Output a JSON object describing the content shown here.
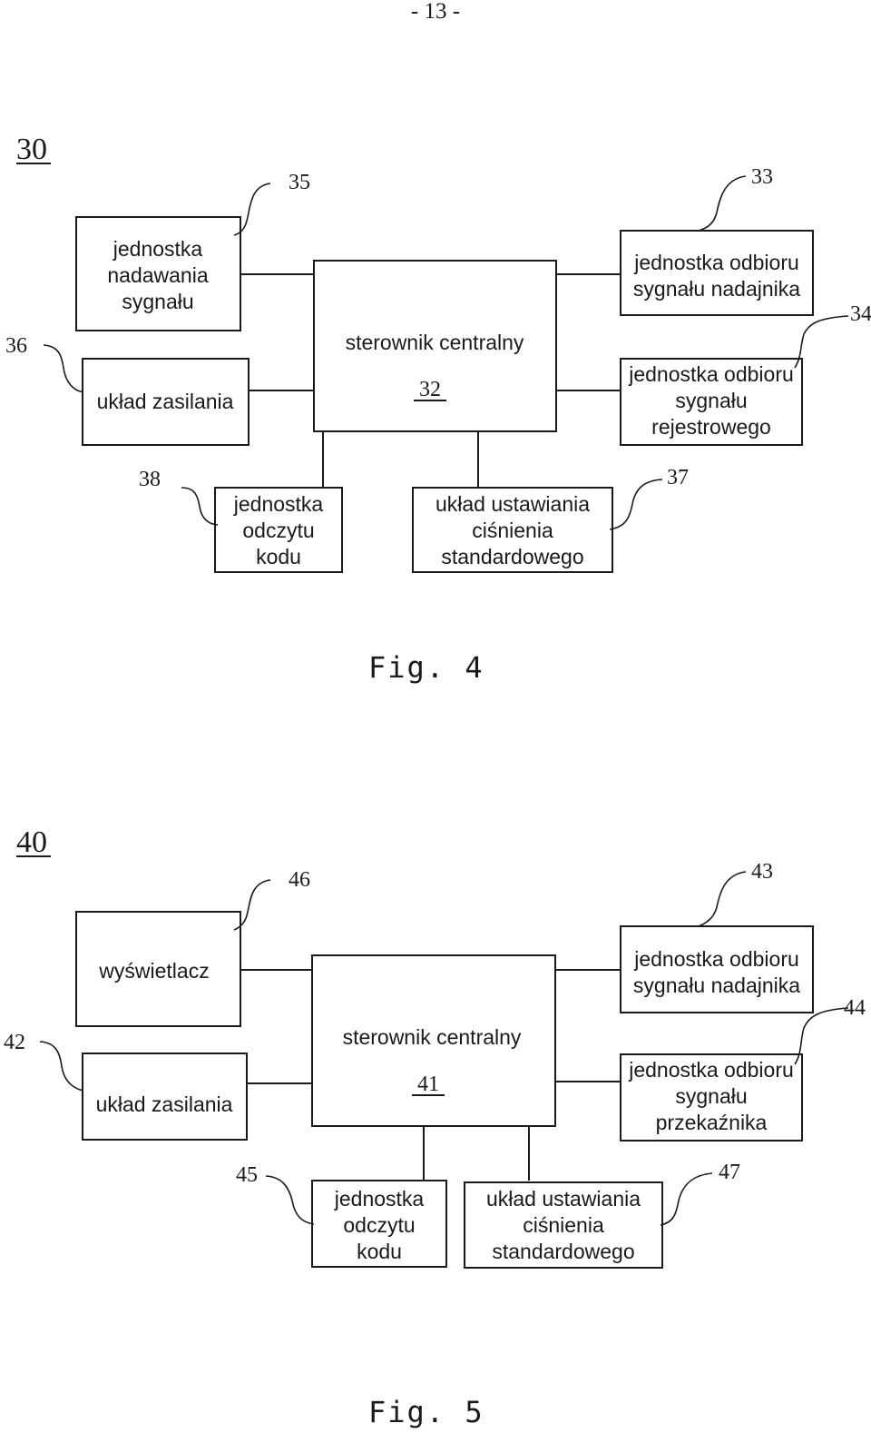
{
  "page_number": "- 13 -",
  "fig4": {
    "number": "30",
    "caption": "Fig.  4",
    "box_35": {
      "lines": [
        "jednostka",
        "nadawania",
        "sygnału"
      ]
    },
    "box_36": {
      "lines": [
        "układ zasilania"
      ]
    },
    "box_32": {
      "lines": [
        "sterownik centralny"
      ],
      "ref": "32"
    },
    "box_33": {
      "lines": [
        "jednostka odbioru",
        "sygnału nadajnika"
      ]
    },
    "box_34": {
      "lines": [
        "jednostka odbioru",
        "sygnału",
        "rejestrowego"
      ]
    },
    "box_38": {
      "lines": [
        "jednostka",
        "odczytu",
        "kodu"
      ]
    },
    "box_37": {
      "lines": [
        "układ ustawiania",
        "ciśnienia",
        "standardowego"
      ]
    },
    "refs": {
      "r35": "35",
      "r33": "33",
      "r36": "36",
      "r34": "34",
      "r38": "38",
      "r37": "37"
    }
  },
  "fig5": {
    "number": "40",
    "caption": "Fig.  5",
    "box_46": {
      "lines": [
        "wyświetlacz"
      ]
    },
    "box_42": {
      "lines": [
        "układ zasilania"
      ]
    },
    "box_41": {
      "lines": [
        "sterownik centralny"
      ],
      "ref": "41"
    },
    "box_43": {
      "lines": [
        "jednostka odbioru",
        "sygnału nadajnika"
      ]
    },
    "box_44": {
      "lines": [
        "jednostka odbioru",
        "sygnału",
        "przekaźnika"
      ]
    },
    "box_45": {
      "lines": [
        "jednostka",
        "odczytu",
        "kodu"
      ]
    },
    "box_47": {
      "lines": [
        "układ ustawiania",
        "ciśnienia",
        "standardowego"
      ]
    },
    "refs": {
      "r46": "46",
      "r43": "43",
      "r42": "42",
      "r44": "44",
      "r45": "45",
      "r47": "47"
    }
  }
}
